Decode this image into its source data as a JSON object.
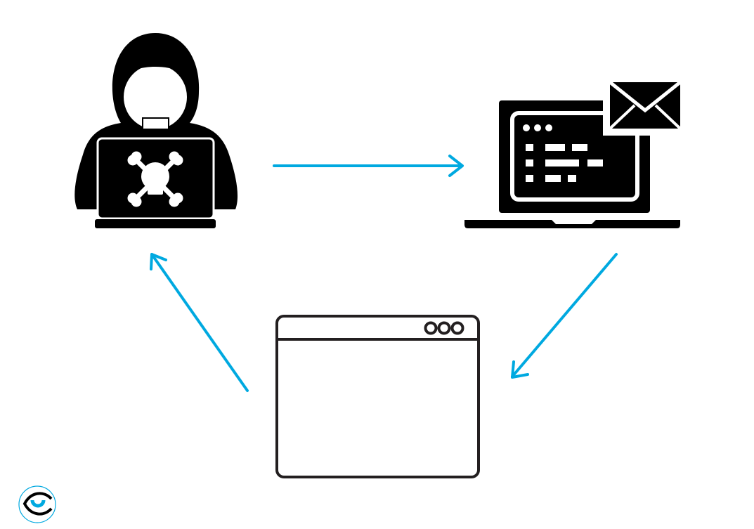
{
  "colors": {
    "arrow": "#00a9e0",
    "icon": "#000000",
    "window_outline": "#231f20",
    "background": "#ffffff"
  },
  "nodes": [
    {
      "id": "attacker",
      "icon": "hooded-hacker-laptop-skull-icon"
    },
    {
      "id": "victim",
      "icon": "laptop-with-email-icon"
    },
    {
      "id": "webpage",
      "icon": "browser-window-icon"
    }
  ],
  "edges": [
    {
      "from": "attacker",
      "to": "victim"
    },
    {
      "from": "victim",
      "to": "webpage"
    },
    {
      "from": "webpage",
      "to": "attacker"
    }
  ],
  "logo": {
    "icon": "eye-logo-icon"
  }
}
